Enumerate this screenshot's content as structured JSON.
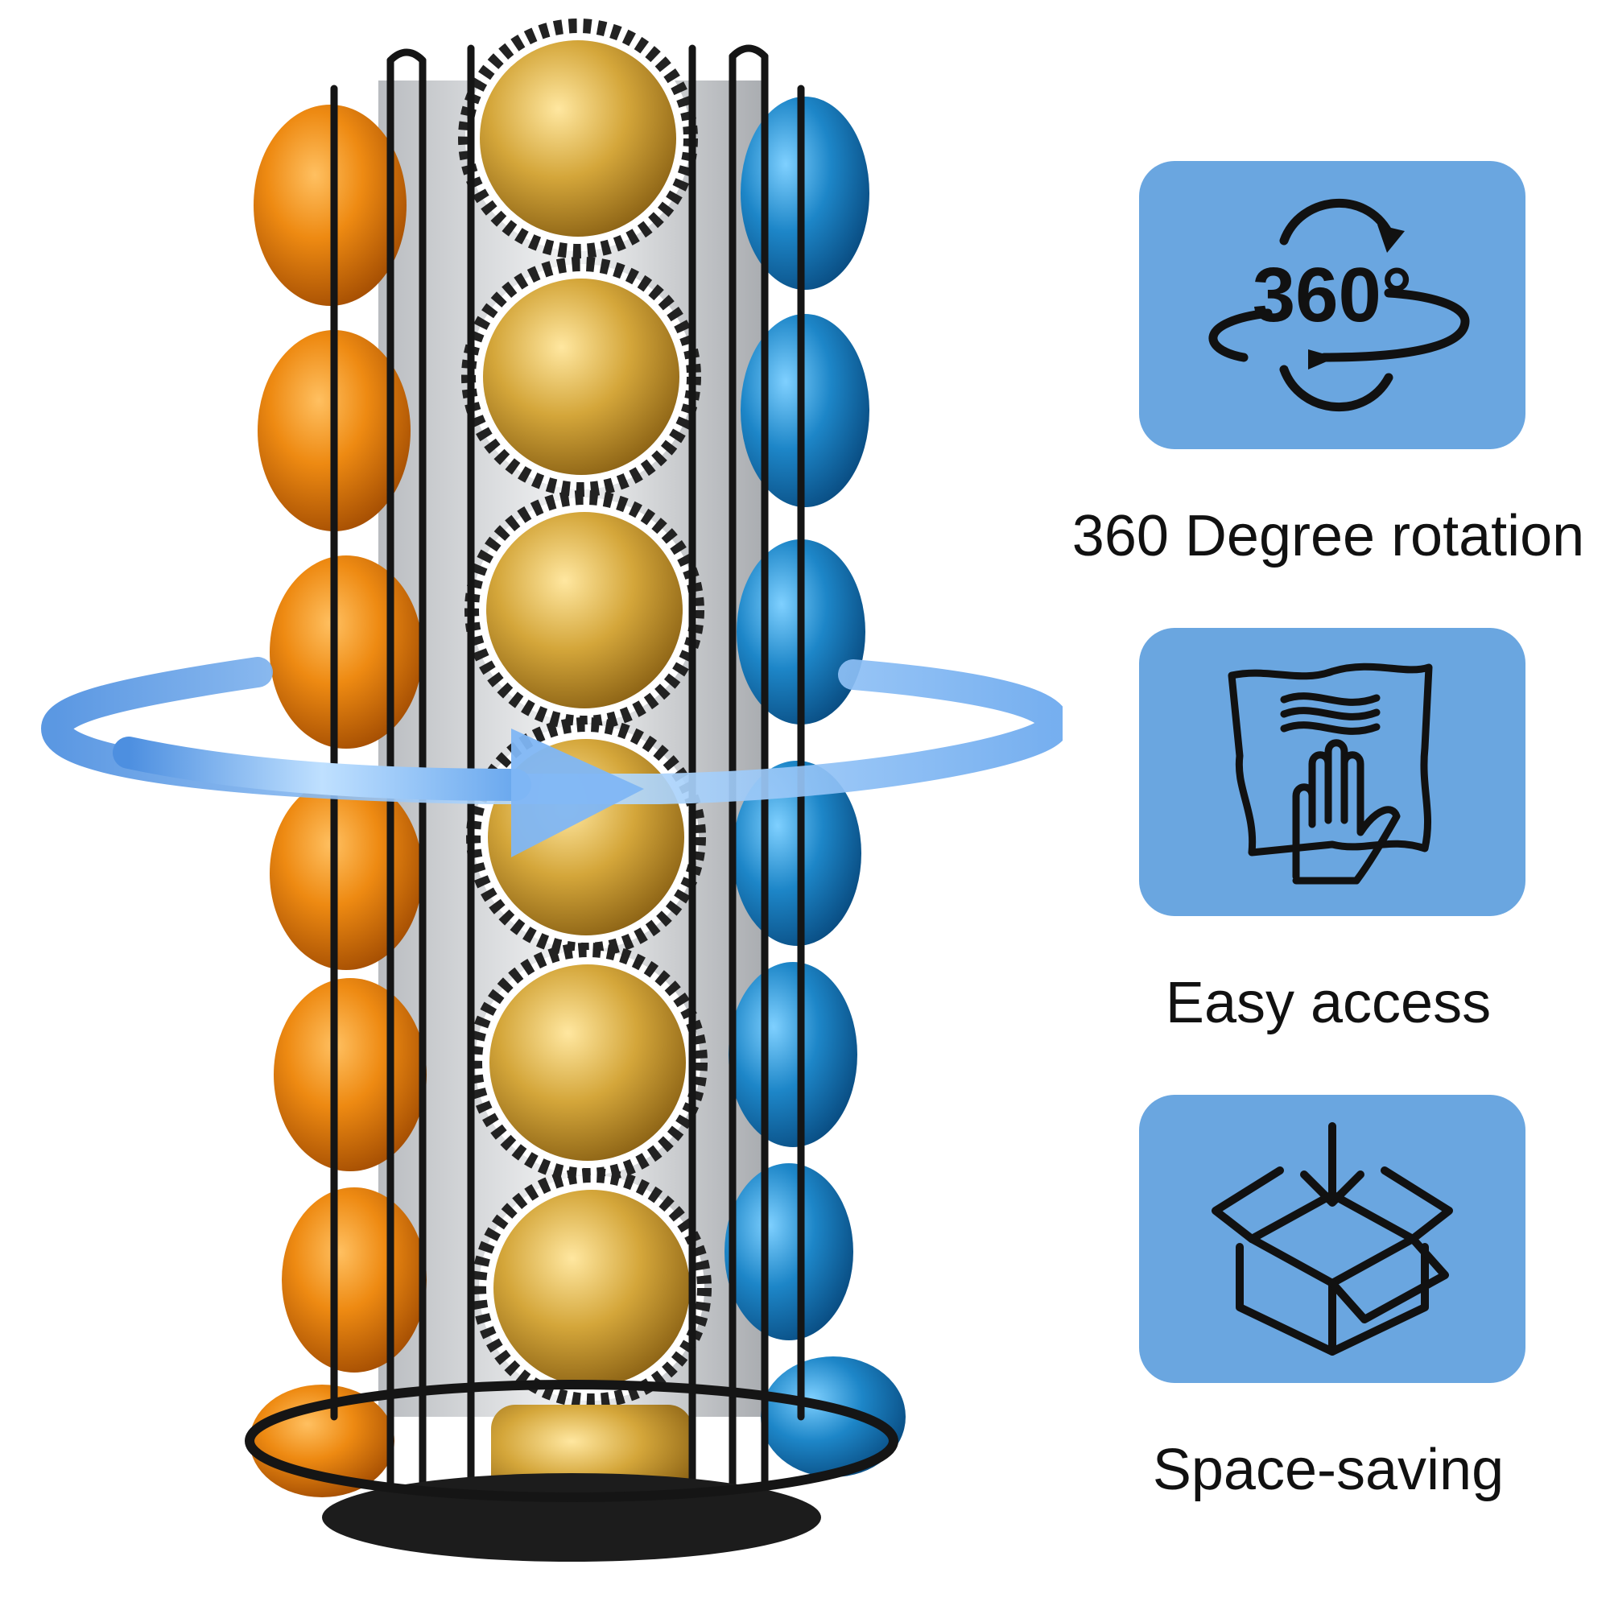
{
  "colors": {
    "card_bg": "#6aa6e0",
    "icon_stroke": "#111111",
    "orange_pod": "#e8830f",
    "gold_pod": "#d4a63a",
    "blue_pod": "#1d86c8",
    "rotation_arrow": "#8fbff0"
  },
  "features": [
    {
      "icon": "rotate-360-icon",
      "label": "360 Degree rotation",
      "icon_text": "360°"
    },
    {
      "icon": "hand-cloth-icon",
      "label": "Easy access"
    },
    {
      "icon": "box-down-icon",
      "label": "Space-saving"
    }
  ]
}
